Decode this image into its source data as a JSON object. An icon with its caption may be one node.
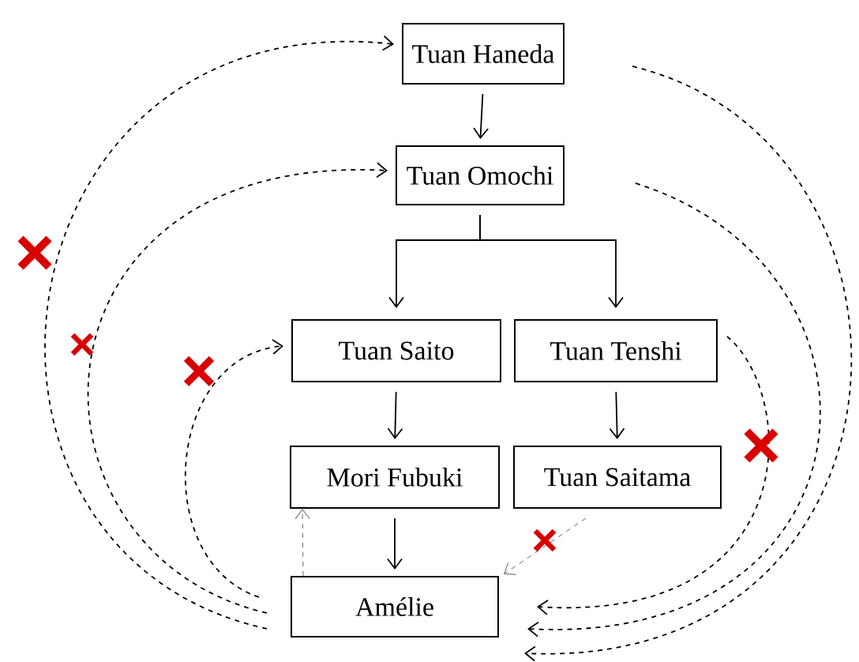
{
  "diagram": {
    "nodes": [
      {
        "text": [
          "Tuan Haneda"
        ]
      },
      {
        "text": [
          "Tuan Omochi"
        ]
      },
      {
        "text": [
          "Tuan Saito"
        ]
      },
      {
        "text": [
          "Tuan Tenshi"
        ]
      },
      {
        "text": [
          "Mori Fubuki"
        ]
      },
      {
        "text": [
          "Tuan Saitama"
        ]
      },
      {
        "text": [
          "Amélie"
        ]
      }
    ],
    "edges": [
      {
        "from": 0,
        "to": 1,
        "arrow": "to"
      },
      {
        "from": 1,
        "to": 2,
        "arrow": "to"
      },
      {
        "from": 1,
        "to": 3,
        "arrow": "to"
      },
      {
        "from": 2,
        "to": 4,
        "arrow": "to"
      },
      {
        "from": 3,
        "to": 5,
        "arrow": "to"
      },
      {
        "from": 4,
        "to": 6,
        "arrow": "to"
      },
      {
        "from": 6,
        "to": 0,
        "arrow": "to",
        "style": "dashed"
      },
      {
        "from": 6,
        "to": 1,
        "arrow": "to",
        "style": "dashed"
      },
      {
        "from": 6,
        "to": 2,
        "arrow": "to",
        "style": "dashed"
      },
      {
        "from": 6,
        "to": 4,
        "arrow": "to",
        "style": "dashed",
        "color": "#666666"
      },
      {
        "from": 0,
        "to": 6,
        "arrow": "to",
        "style": "dashed"
      },
      {
        "from": 1,
        "to": 6,
        "arrow": "to",
        "style": "dashed"
      },
      {
        "from": 3,
        "to": 6,
        "arrow": "to",
        "style": "dashed"
      },
      {
        "from": 5,
        "to": 6,
        "arrow": "to",
        "style": "dashed",
        "color": "#666666"
      }
    ]
  }
}
